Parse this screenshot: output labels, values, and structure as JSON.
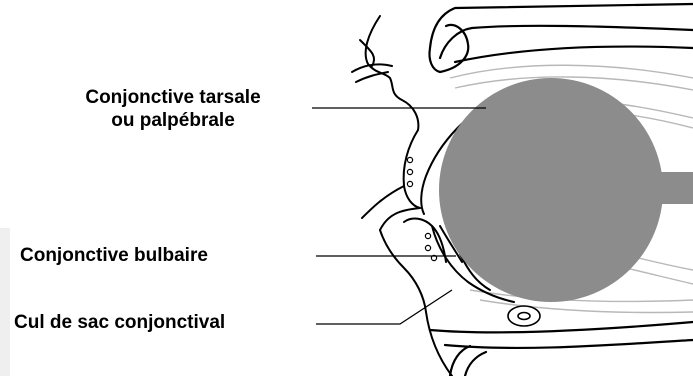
{
  "labels": {
    "tarsal_line1": "Conjonctive tarsale",
    "tarsal_line2": "ou palpébrale",
    "bulbar": "Conjonctive bulbaire",
    "fornix": "Cul de sac conjonctival"
  },
  "colors": {
    "globe": "#8c8c8c",
    "ink": "#000000",
    "muscle_lines": "#b8b8b8",
    "left_shade": "#eeeeee"
  }
}
